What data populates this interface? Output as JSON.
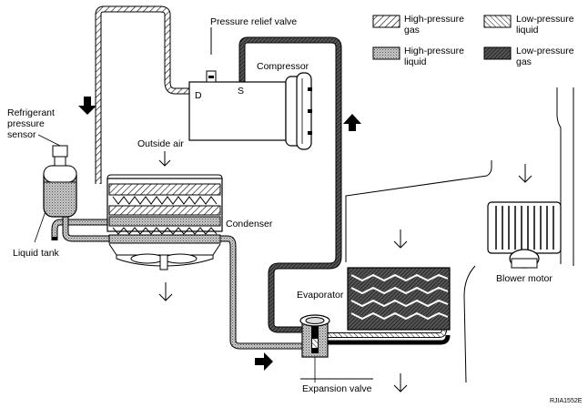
{
  "legend": {
    "hp_gas": [
      "High-pressure",
      "gas"
    ],
    "lp_liquid": [
      "Low-pressure",
      "liquid"
    ],
    "hp_liquid": [
      "High-pressure",
      "liquid"
    ],
    "lp_gas": [
      "Low-pressure",
      "gas"
    ]
  },
  "labels": {
    "pressure_relief_valve": "Pressure relief valve",
    "compressor": "Compressor",
    "discharge": "D",
    "suction": "S",
    "sensor": [
      "Refrigerant",
      "pressure",
      "sensor"
    ],
    "outside_air": "Outside air",
    "condenser": "Condenser",
    "liquid_tank": "Liquid tank",
    "evaporator": "Evaporator",
    "expansion_valve": "Expansion valve",
    "blower_motor": "Blower motor",
    "figure_code": "RJIA1552E"
  }
}
